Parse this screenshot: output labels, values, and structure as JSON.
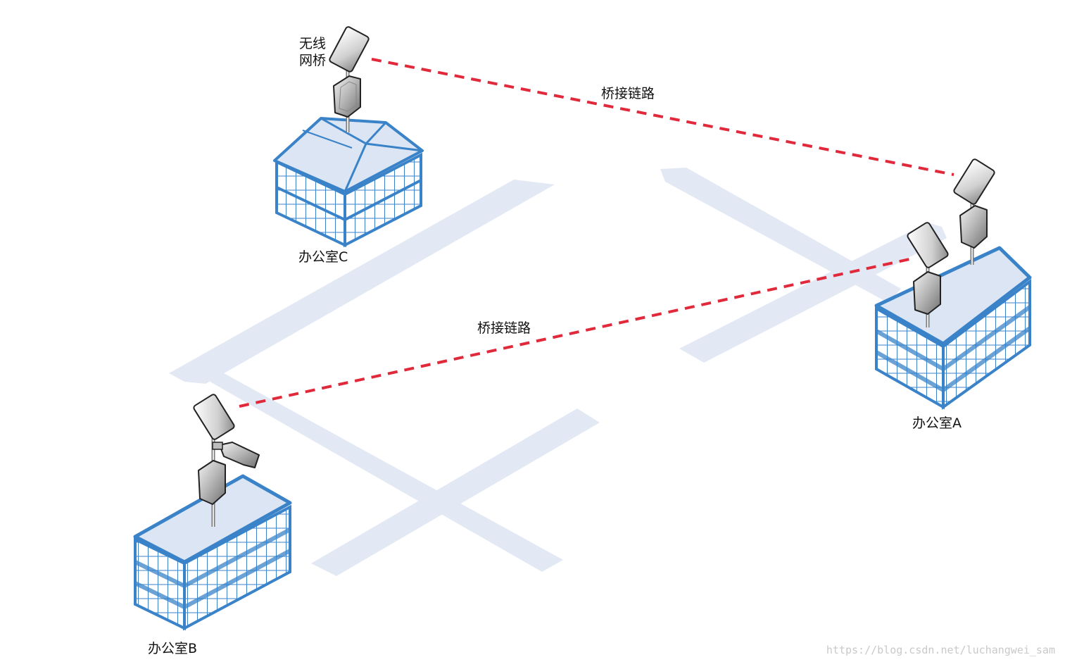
{
  "labels": {
    "antenna_line1": "无线",
    "antenna_line2": "网桥",
    "link_top": "桥接链路",
    "link_middle": "桥接链路",
    "office_c": "办公室C",
    "office_a": "办公室A",
    "office_b": "办公室B"
  },
  "watermark": "https://blog.csdn.net/luchangwei_sam",
  "colors": {
    "road": "#e3e9f4",
    "building_edge": "#3a83c8",
    "building_roof": "#dbe5f4",
    "link": "#e0293a",
    "device": "#9b9b9b"
  }
}
